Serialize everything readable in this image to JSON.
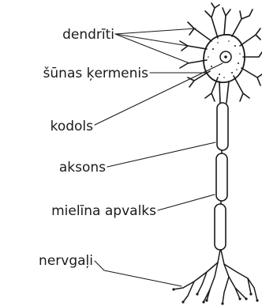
{
  "diagram": {
    "labels": {
      "dendrites": "dendrīti",
      "cell_body": "šūnas ķermenis",
      "nucleus": "kodols",
      "axon": "aksons",
      "myelin_sheath": "mielīna apvalks",
      "nerve_endings": "nervgaļi"
    }
  }
}
